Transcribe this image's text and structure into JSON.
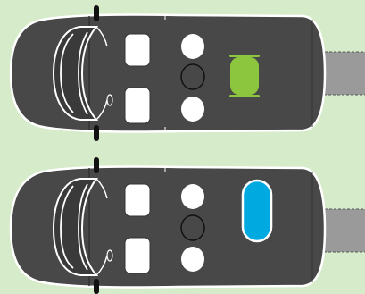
{
  "scene": {
    "background": "#d6ebca",
    "vehicles": [
      {
        "name": "vehicle-top",
        "icon": "van-top-view-icon",
        "body_color": "#484848",
        "outline_color": "#ffffff",
        "ramp_color": "#9a9a9a",
        "wheelchair_space": {
          "icon": "wheelchair-position-icon",
          "color": "#8cc63f",
          "shape": "rounded-rect-with-bars"
        }
      },
      {
        "name": "vehicle-bottom",
        "icon": "van-top-view-icon",
        "body_color": "#484848",
        "outline_color": "#ffffff",
        "ramp_color": "#9a9a9a",
        "wheelchair_space": {
          "icon": "wheelchair-position-icon",
          "color": "#00a9e0",
          "shape": "pill"
        }
      }
    ]
  }
}
